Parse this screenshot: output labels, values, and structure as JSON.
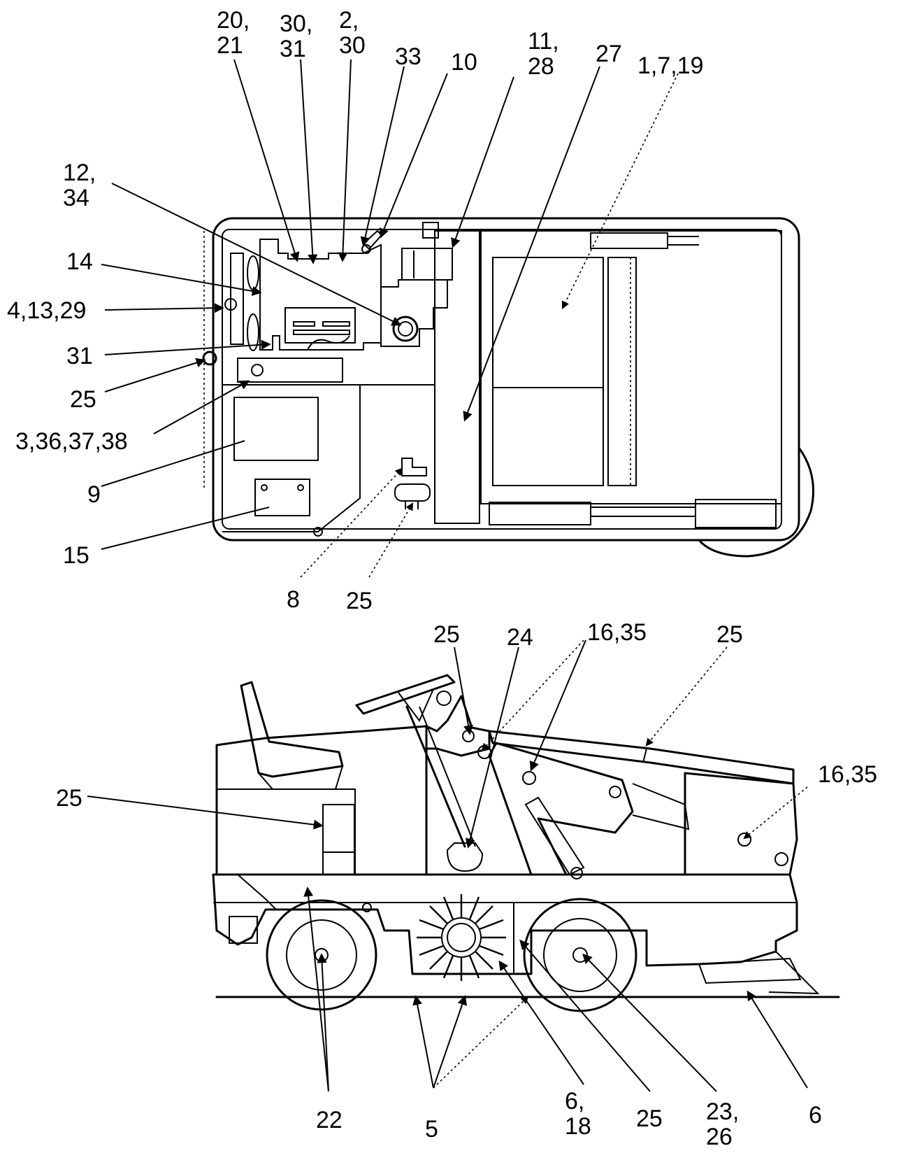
{
  "callouts": {
    "c_20_21": [
      "20,",
      "21"
    ],
    "c_30_31": [
      "30,",
      "31"
    ],
    "c_2_30": [
      "2,",
      "30"
    ],
    "c_33": [
      "33"
    ],
    "c_10": [
      "10"
    ],
    "c_11_28": [
      "11,",
      "28"
    ],
    "c_27": [
      "27"
    ],
    "c_1_7_19": [
      "1,7,19"
    ],
    "c_12_34": [
      "12,",
      "34"
    ],
    "c_14": [
      "14"
    ],
    "c_4_13_29": [
      "4,13,29"
    ],
    "c_31": [
      "31"
    ],
    "c_25_top_left": [
      "25"
    ],
    "c_3_36_37_38": [
      "3,36,37,38"
    ],
    "c_9": [
      "9"
    ],
    "c_15": [
      "15"
    ],
    "c_8": [
      "8"
    ],
    "c_25_top_bottom": [
      "25"
    ],
    "c_25_side_a": [
      "25"
    ],
    "c_24": [
      "24"
    ],
    "c_16_35_a": [
      "16,35"
    ],
    "c_25_side_b": [
      "25"
    ],
    "c_16_35_b": [
      "16,35"
    ],
    "c_25_side_left": [
      "25"
    ],
    "c_22": [
      "22"
    ],
    "c_5": [
      "5"
    ],
    "c_6_18": [
      "6,",
      "18"
    ],
    "c_25_side_bottom": [
      "25"
    ],
    "c_23_26": [
      "23,",
      "26"
    ],
    "c_6": [
      "6"
    ]
  }
}
